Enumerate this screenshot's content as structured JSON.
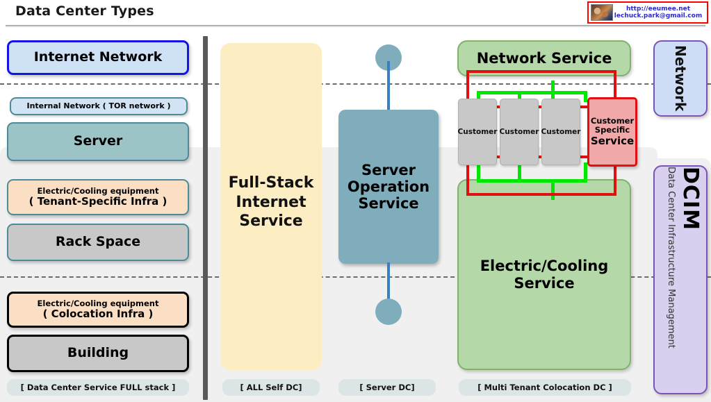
{
  "header": {
    "title": "Data Center Types",
    "contact": {
      "url": "http://eeumee.net",
      "email": "lechuck.park@gmail.com",
      "thumb_icon": "photo-thumbnail-icon"
    }
  },
  "columns": {
    "full_stack_layers": {
      "caption": "[ Data Center Service FULL stack ]",
      "boxes": [
        {
          "label": "Internet Network"
        },
        {
          "label": "Internal Network ( TOR network )"
        },
        {
          "label": "Server"
        },
        {
          "line1": "Electric/Cooling equipment",
          "line2": "( Tenant-Specific Infra )"
        },
        {
          "label": "Rack Space"
        },
        {
          "line1": "Electric/Cooling equipment",
          "line2": "( Colocation Infra )"
        },
        {
          "label": "Building"
        }
      ]
    },
    "all_self_dc": {
      "caption": "[ ALL Self DC]",
      "title_line1": "Full-Stack",
      "title_line2": "Internet",
      "title_line3": "Service"
    },
    "server_dc": {
      "caption": "[ Server DC]",
      "title_line1": "Server",
      "title_line2": "Operation",
      "title_line3": "Service"
    },
    "multi_tenant_dc": {
      "caption": "[ Multi Tenant Colocation DC ]",
      "network_service": "Network Service",
      "electric_cooling_service_line1": "Electric/Cooling",
      "electric_cooling_service_line2": "Service",
      "customers": [
        "Customer",
        "Customer",
        "Customer"
      ],
      "customer_specific": {
        "line1": "Customer",
        "line2": "Specific",
        "line3": "Service"
      }
    }
  },
  "right_bars": {
    "network": "Network",
    "dcim_abbrev": "DCIM",
    "dcim_full": "Data Center Infrastructure Management"
  },
  "colors": {
    "internet_network_border": "#1414e6",
    "internet_network_fill": "#cfe1f5",
    "server_fill": "#9cc4c7",
    "teal_border": "#4d8b99",
    "electric_cooling_fill": "#fbdfc4",
    "rack_building_fill": "#c8c8c8",
    "yellow_column": "#fdedc3",
    "server_op_fill": "#7fadbc",
    "green_service_fill": "#b5d8a8",
    "green_service_border": "#7fb36b",
    "customer_specific_fill": "#f0a8a8",
    "customer_specific_border": "#e01010",
    "network_bar_fill": "#cfdcf5",
    "dcim_bar_fill": "#d9cfee",
    "purple_border": "#7b52b5",
    "green_wire": "#00e800",
    "red_wire": "#e01010",
    "band_gray": "#f0f0f0",
    "caption_pill": "#dbe5e5",
    "contact_text": "#2a2acc"
  }
}
